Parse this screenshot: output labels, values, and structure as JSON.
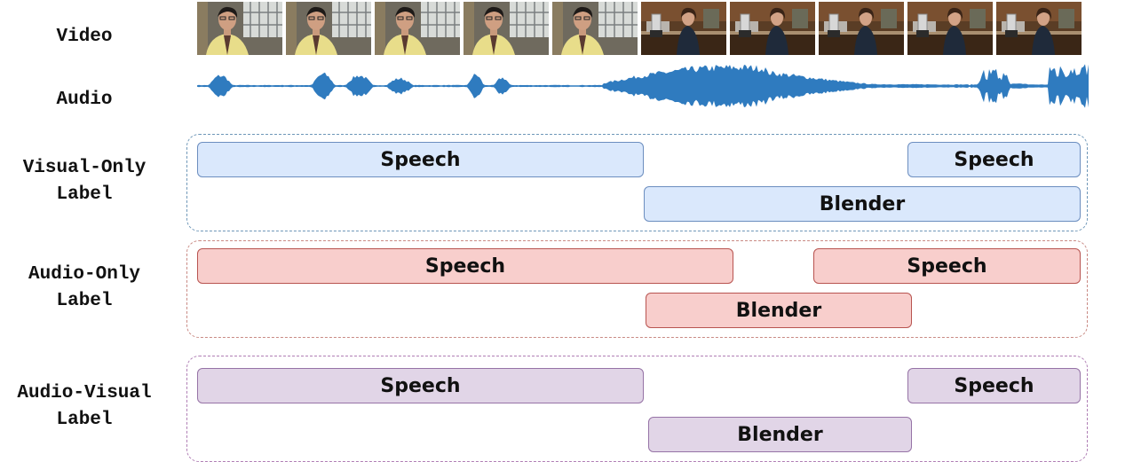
{
  "rows": {
    "video_label": "Video",
    "audio_label": "Audio",
    "visual_label": "Visual-Only\nLabel",
    "audio_only_label": "Audio-Only\nLabel",
    "audio_visual_label": "Audio-Visual\nLabel"
  },
  "video_frames": [
    {
      "scene": "office-speaker-icon"
    },
    {
      "scene": "office-speaker-icon"
    },
    {
      "scene": "office-speaker-icon"
    },
    {
      "scene": "office-speaker-icon"
    },
    {
      "scene": "office-speaker-icon"
    },
    {
      "scene": "kitchen-blender-icon"
    },
    {
      "scene": "kitchen-blender-icon"
    },
    {
      "scene": "kitchen-blender-icon"
    },
    {
      "scene": "kitchen-blender-icon"
    },
    {
      "scene": "kitchen-blender-icon"
    }
  ],
  "groups": [
    {
      "name": "visual-only",
      "border_color": "#6f97b8",
      "fill": "#dae8fc",
      "stroke": "#6c8ebf",
      "segments": [
        {
          "label": "Speech",
          "start": 0.0,
          "end": 0.503,
          "lane": 0
        },
        {
          "label": "Speech",
          "start": 0.8,
          "end": 0.995,
          "lane": 0
        },
        {
          "label": "Blender",
          "start": 0.503,
          "end": 0.995,
          "lane": 1
        }
      ]
    },
    {
      "name": "audio-only",
      "border_color": "#c98a84",
      "fill": "#f8cecc",
      "stroke": "#b85450",
      "segments": [
        {
          "label": "Speech",
          "start": 0.0,
          "end": 0.604,
          "lane": 0
        },
        {
          "label": "Speech",
          "start": 0.694,
          "end": 0.995,
          "lane": 0
        },
        {
          "label": "Blender",
          "start": 0.505,
          "end": 0.805,
          "lane": 1
        }
      ]
    },
    {
      "name": "audio-visual",
      "border_color": "#b07fb5",
      "fill": "#e1d5e7",
      "stroke": "#9673a6",
      "segments": [
        {
          "label": "Speech",
          "start": 0.0,
          "end": 0.503,
          "lane": 0
        },
        {
          "label": "Speech",
          "start": 0.8,
          "end": 0.995,
          "lane": 0
        },
        {
          "label": "Blender",
          "start": 0.508,
          "end": 0.805,
          "lane": 1
        }
      ]
    }
  ],
  "waveform": {
    "color": "#2f7bbf"
  }
}
